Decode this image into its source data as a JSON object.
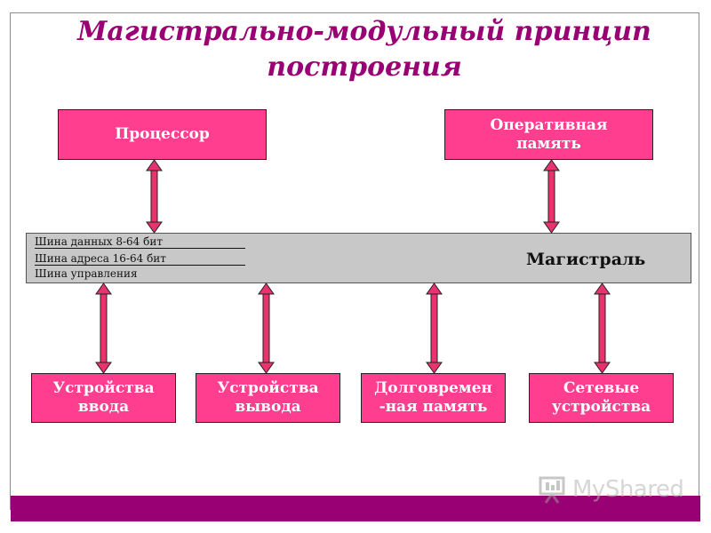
{
  "title": "Магистрально-модульный принцип\nпостроения",
  "nodes": {
    "processor": "Процессор",
    "ram": "Оперативная\nпамять",
    "input": "Устройства\nввода",
    "output": "Устройства\nвывода",
    "storage": "Долговремен\n-ная память",
    "network": "Сетевые\nустройства"
  },
  "bus": {
    "label": "Магистраль",
    "lines": [
      "Шина данных 8-64 бит",
      "Шина адреса 16-64 бит",
      "Шина управления"
    ]
  },
  "watermark": "MyShared",
  "colors": {
    "box_fill": "#ff3e8f",
    "title": "#990073",
    "arrow": "#e8336e",
    "bus": "#c8c8c8",
    "band": "#990073"
  }
}
